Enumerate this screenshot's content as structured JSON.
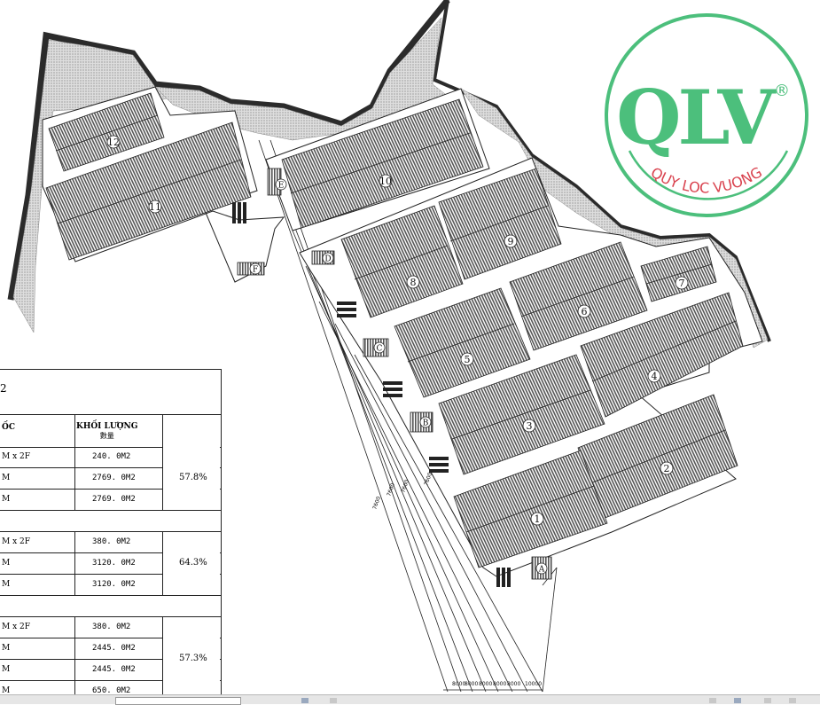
{
  "logo": {
    "text": "QLV",
    "registered": "®",
    "subtitle": "QUY LOC VUONG",
    "color_green": "#4cbf7c",
    "color_red": "#d9434f"
  },
  "plan": {
    "buildings": [
      "1",
      "2",
      "3",
      "4",
      "5",
      "6",
      "7",
      "8",
      "9",
      "10",
      "11",
      "12"
    ],
    "aux_labels": [
      "A",
      "B",
      "C",
      "D",
      "E",
      "F"
    ],
    "road_dims": [
      "7600",
      "7600",
      "7600",
      "7600",
      "8000",
      "8000",
      "8000",
      "8000",
      "8000",
      "10000"
    ],
    "hatch_color": "#555555",
    "boundary_color": "#2b2b2b",
    "stipple_color": "#bfbfbf"
  },
  "table": {
    "number": "2",
    "col_spec": "ỐC",
    "col_qty": "KHỐI LƯỢNG",
    "col_qty_sub": "數量",
    "groups": [
      {
        "rows": [
          {
            "spec": "M x 2F",
            "qty": "240. 0M2"
          },
          {
            "spec": "M",
            "qty": "2769. 0M2"
          },
          {
            "spec": "M",
            "qty": "2769. 0M2"
          }
        ],
        "ratio": "57.8%"
      },
      {
        "rows": [
          {
            "spec": "M x 2F",
            "qty": "380. 0M2"
          },
          {
            "spec": "M",
            "qty": "3120. 0M2"
          },
          {
            "spec": "M",
            "qty": "3120. 0M2"
          }
        ],
        "ratio": "64.3%"
      },
      {
        "rows": [
          {
            "spec": "M x 2F",
            "qty": "380. 0M2"
          },
          {
            "spec": "M",
            "qty": "2445. 0M2"
          },
          {
            "spec": "M",
            "qty": "2445. 0M2"
          },
          {
            "spec": "M",
            "qty": "650. 0M2"
          }
        ],
        "ratio": "57.3%"
      }
    ]
  }
}
